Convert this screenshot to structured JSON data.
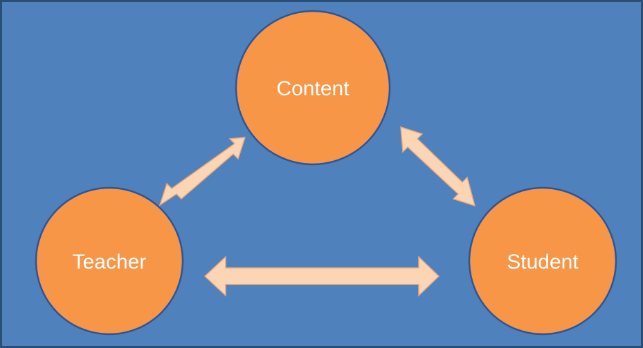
{
  "diagram": {
    "nodes": [
      {
        "id": "content",
        "label": "Content"
      },
      {
        "id": "teacher",
        "label": "Teacher"
      },
      {
        "id": "student",
        "label": "Student"
      }
    ],
    "edges": [
      {
        "from": "teacher",
        "to": "content",
        "direction": "bidirectional"
      },
      {
        "from": "content",
        "to": "student",
        "direction": "bidirectional"
      },
      {
        "from": "teacher",
        "to": "student",
        "direction": "bidirectional"
      }
    ]
  },
  "colors": {
    "background": "#4f81bd",
    "border": "#2c4d75",
    "node_fill": "#f79646",
    "node_stroke": "#2f5496",
    "arrow_fill": "#fcd5b5",
    "arrow_stroke": "#e8a87c",
    "label": "#ffffff"
  }
}
